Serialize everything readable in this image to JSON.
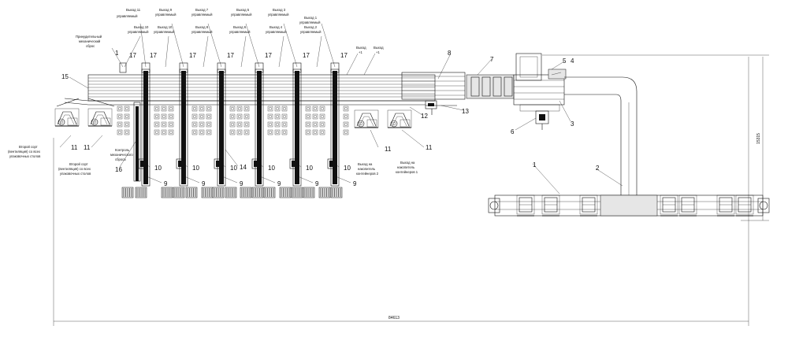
{
  "callouts": {
    "c1": "1",
    "c2": "2",
    "c3": "3",
    "c4": "4",
    "c5": "5",
    "c6": "6",
    "c7": "7",
    "c8": "8",
    "c9": "9",
    "c10": "10",
    "c11": "11",
    "c12": "12",
    "c13": "13",
    "c14": "14",
    "c15": "15",
    "c16": "16",
    "c17": "17"
  },
  "top_labels": {
    "exit11": "Выход 11",
    "exit9_l1": "Выход 9",
    "exit9_l2": "управляемый",
    "exit7_l1": "Выход 7",
    "exit7_l2": "управляемый",
    "exit5_l1": "Выход 5",
    "exit5_l2": "управляемый",
    "exit3_l1": "Выход 3",
    "exit3_l2": "управляемый",
    "exit1_l1": "Выход 1",
    "exit1_l2": "управляемый",
    "exit12": "управляемый",
    "exit10_l1": "Выход 10",
    "exit10_l2": "управляемый",
    "exit10b_l1": "Выход 10",
    "exit8_l1": "Выход 8",
    "exit8_l2": "управляемый",
    "exit6_l1": "Выход 6",
    "exit6_l2": "управляемый",
    "exit4_l1": "Выход 4",
    "exit4_l2": "управляемый",
    "exit2_l1": "Выход 2",
    "exit2_l2": "управляемый",
    "forced_l1": "Принудительный",
    "forced_l2": "механический",
    "forced_l3": "сброс",
    "exitR1_l1": "Выход",
    "exitR1_l2": "+1",
    "exitR2_l1": "Выход",
    "exitR2_l2": "+1"
  },
  "bottom_labels": {
    "second_grade_a_l1": "Второй сорт",
    "second_grade_a_l2": "(вентиляция) со всех",
    "second_grade_a_l3": "упаковочных столов",
    "second_grade_b_l1": "Второй сорт",
    "second_grade_b_l2": "(вентиляция) со всех",
    "second_grade_b_l3": "упаковочных столов",
    "control_l1": "Контроль",
    "control_l2": "механического",
    "control_l3": "сброса",
    "acc2_l1": "Выход на",
    "acc2_l2": "накопитель",
    "acc2_l3": "контейнеров 2",
    "acc1_l1": "Выход на",
    "acc1_l2": "накопитель",
    "acc1_l3": "контейнеров 1"
  },
  "dimensions": {
    "overall_length": "84613",
    "height": "15315"
  },
  "icons": {
    "pallet": "pallet-stack-icon",
    "robot": "palletizer-robot-icon",
    "motor": "motor-icon"
  }
}
